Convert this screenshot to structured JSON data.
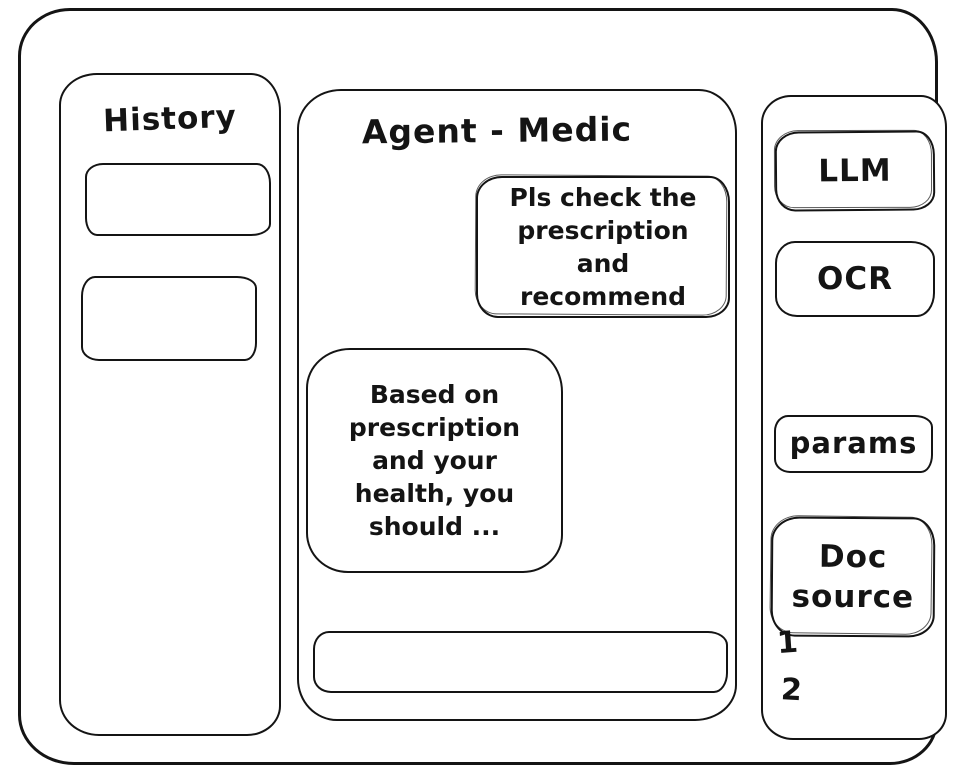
{
  "history": {
    "title": "History",
    "items": [
      {
        "label": ""
      },
      {
        "label": ""
      }
    ]
  },
  "chat": {
    "title": "Agent - Medic",
    "messages": [
      {
        "role": "user",
        "text": "Pls check the prescription and recommend"
      },
      {
        "role": "assistant",
        "text": "Based on prescription and your health, you should ..."
      }
    ],
    "input": {
      "value": "",
      "placeholder": ""
    }
  },
  "tools": {
    "buttons": [
      {
        "label": "LLM"
      },
      {
        "label": "OCR"
      },
      {
        "label": "params"
      },
      {
        "label": "Doc source"
      }
    ],
    "doc_list": [
      "1",
      "2"
    ]
  },
  "colors": {
    "ink": "#141414",
    "background": "#ffffff"
  }
}
